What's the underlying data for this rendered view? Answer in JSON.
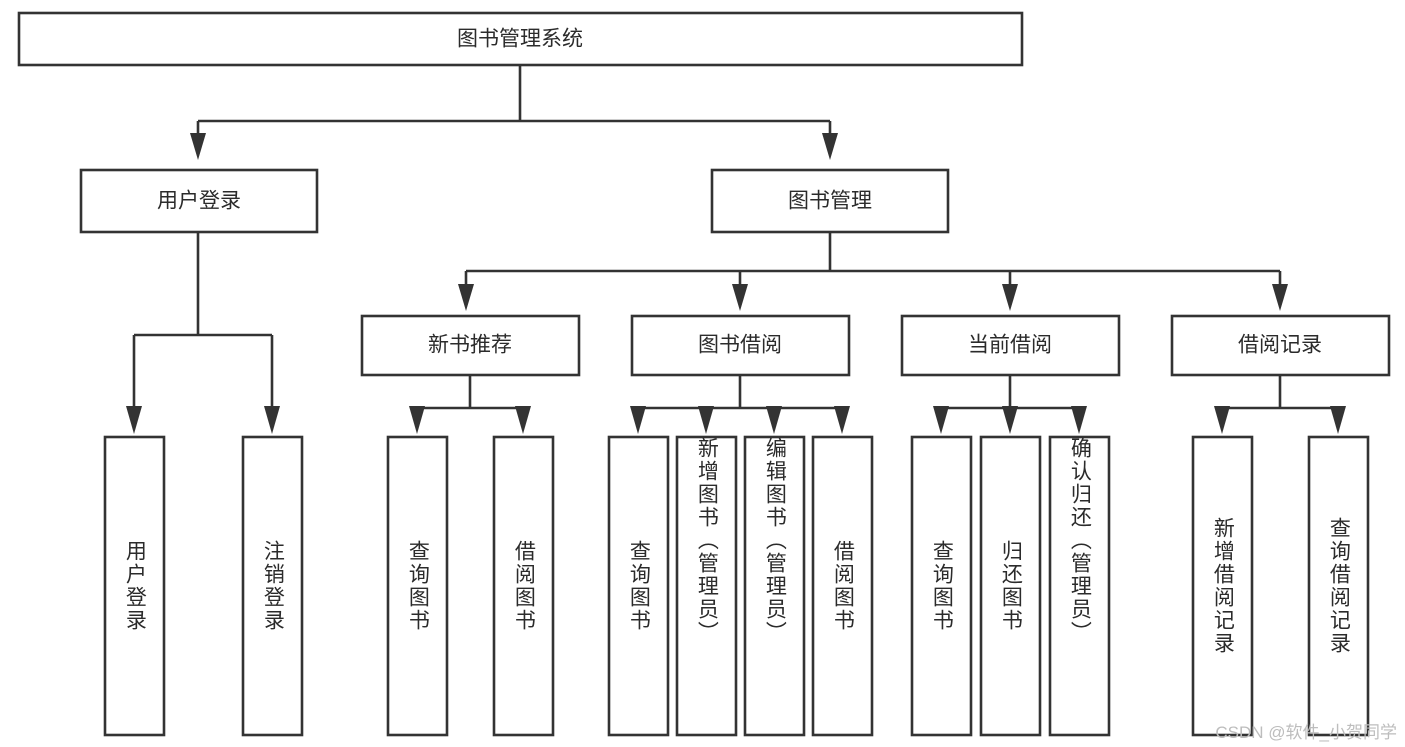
{
  "diagram": {
    "type": "tree",
    "title": "图书管理系统",
    "root": {
      "label": "图书管理系统"
    },
    "level2": [
      {
        "id": "user-login",
        "label": "用户登录"
      },
      {
        "id": "book-management",
        "label": "图书管理"
      }
    ],
    "level3": [
      {
        "id": "new-book-recommend",
        "label": "新书推荐"
      },
      {
        "id": "book-borrow",
        "label": "图书借阅"
      },
      {
        "id": "current-borrow",
        "label": "当前借阅"
      },
      {
        "id": "borrow-record",
        "label": "借阅记录"
      }
    ],
    "leaves": {
      "user_login": [
        {
          "id": "leaf-user-login",
          "label": "用户登录"
        },
        {
          "id": "leaf-logout-login",
          "label": "注销登录"
        }
      ],
      "new_book_recommend": [
        {
          "id": "leaf-query-book-1",
          "label": "查询图书"
        },
        {
          "id": "leaf-borrow-book-1",
          "label": "借阅图书"
        }
      ],
      "book_borrow": [
        {
          "id": "leaf-query-book-2",
          "label": "查询图书"
        },
        {
          "id": "leaf-add-book",
          "label": "新增图书（管理员）"
        },
        {
          "id": "leaf-edit-book",
          "label": "编辑图书（管理员）"
        },
        {
          "id": "leaf-borrow-book-2",
          "label": "借阅图书"
        }
      ],
      "current_borrow": [
        {
          "id": "leaf-query-book-3",
          "label": "查询图书"
        },
        {
          "id": "leaf-return-book",
          "label": "归还图书"
        },
        {
          "id": "leaf-confirm-return",
          "label": "确认归还（管理员）"
        }
      ],
      "borrow_record": [
        {
          "id": "leaf-add-borrow-record",
          "label": "新增借阅记录"
        },
        {
          "id": "leaf-query-borrow-record",
          "label": "查询借阅记录"
        }
      ]
    }
  },
  "watermark": {
    "text": "CSDN @软件_小贺同学"
  },
  "colors": {
    "stroke": "#333333",
    "box_fill": "#ffffff",
    "text": "#2b2b2b",
    "watermark": "#bdbdbd",
    "background": "#ffffff"
  }
}
